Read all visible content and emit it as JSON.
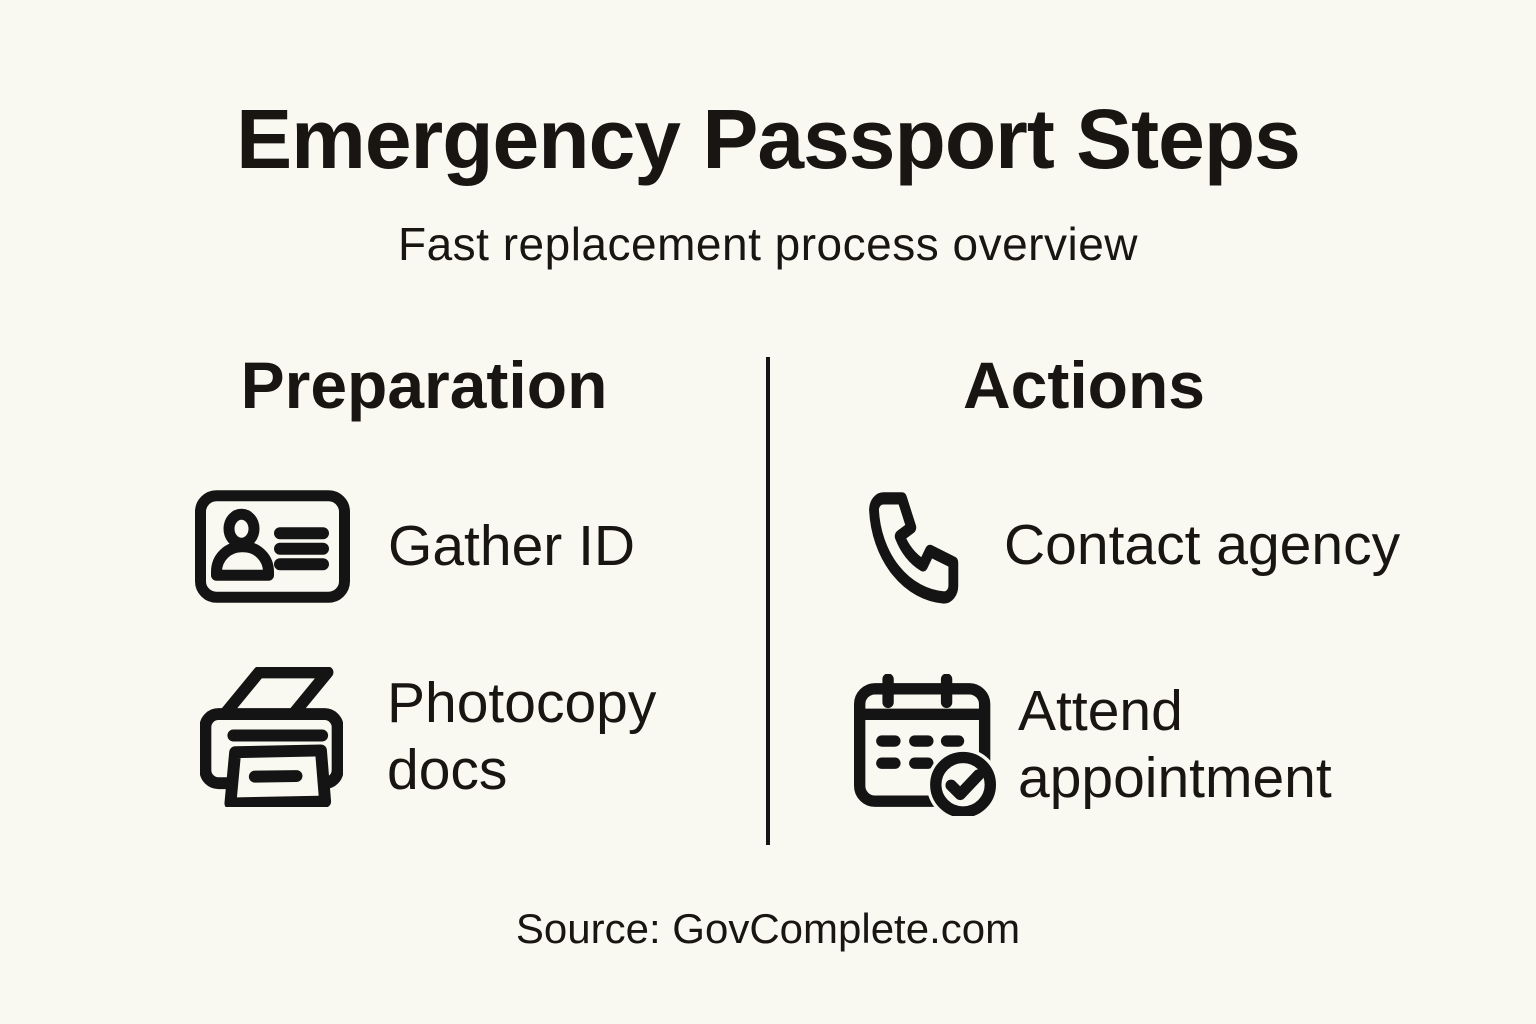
{
  "page": {
    "title": "Emergency Passport Steps",
    "subtitle": "Fast replacement process overview",
    "source": "Source: GovComplete.com",
    "background_color": "#FAF9F1",
    "ink_color": "#141414"
  },
  "columns": [
    {
      "header": "Preparation",
      "items": [
        {
          "icon": "id-card-icon",
          "label": "Gather ID"
        },
        {
          "icon": "printer-icon",
          "label": "Photocopy docs"
        }
      ]
    },
    {
      "header": "Actions",
      "items": [
        {
          "icon": "phone-icon",
          "label": "Contact agency"
        },
        {
          "icon": "calendar-check-icon",
          "label": "Attend appointment"
        }
      ]
    }
  ]
}
